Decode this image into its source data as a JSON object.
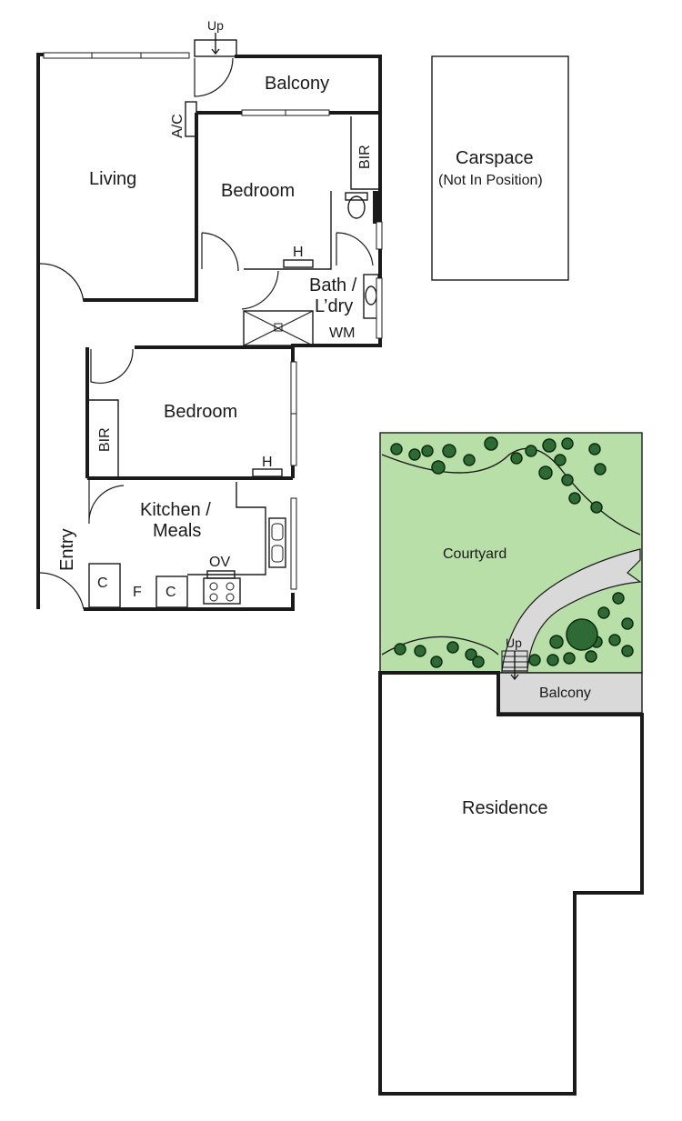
{
  "rooms": {
    "living": "Living",
    "bedroom_1": "Bedroom",
    "bedroom_2": "Bedroom",
    "balcony_upper": "Balcony",
    "bir_1": "BIR",
    "bir_2": "BIR",
    "ac": "A/C",
    "bath_line1": "Bath /",
    "bath_line2": "L’dry",
    "wm": "WM",
    "heater_1": "H",
    "heater_2": "H",
    "kitchen_line1": "Kitchen /",
    "kitchen_line2": "Meals",
    "oven": "OV",
    "cupboard_1": "C",
    "cupboard_2": "C",
    "fridge": "F",
    "entry": "Entry",
    "stairs_up_top": "Up"
  },
  "carspace": {
    "line1": "Carspace",
    "line2": "(Not In Position)"
  },
  "site": {
    "courtyard": "Courtyard",
    "balcony_lower": "Balcony",
    "residence": "Residence",
    "stairs_up": "Up"
  },
  "colors": {
    "wall": "#1a1a1a",
    "courtyard_green": "#b9dfa9",
    "path_grey": "#d9d9d9",
    "balcony_grey": "#d9d9d9",
    "tree_green": "#2e6b34"
  }
}
